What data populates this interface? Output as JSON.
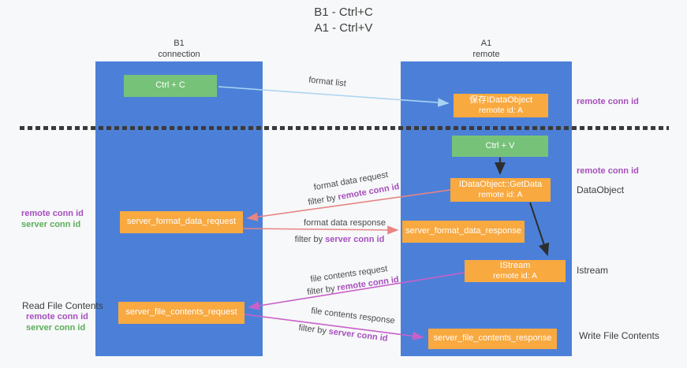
{
  "title": {
    "line1": "B1 - Ctrl+C",
    "line2": "A1 - Ctrl+V"
  },
  "columns": {
    "left": {
      "header_line1": "B1",
      "header_line2": "connection"
    },
    "right": {
      "header_line1": "A1",
      "header_line2": "remote"
    }
  },
  "boxes": {
    "ctrl_c": {
      "label": "Ctrl + C"
    },
    "save_idataobject": {
      "line1": "保存IDataObject",
      "line2": "remote id: A"
    },
    "ctrl_v": {
      "label": "Ctrl + V"
    },
    "getdata": {
      "line1": "IDataObject::GetData",
      "line2": "remote id: A"
    },
    "format_request": {
      "label": "server_format_data_request"
    },
    "format_response": {
      "label": "server_format_data_response"
    },
    "istream": {
      "line1": "IStream",
      "line2": "remote id: A"
    },
    "file_request": {
      "label": "server_file_contents_request"
    },
    "file_response": {
      "label": "server_file_contents_response"
    }
  },
  "flows": {
    "format_list": "format list",
    "format_data_request": "format data request",
    "format_data_request_filter_prefix": "filter by",
    "format_data_request_filter_value": "remote conn id",
    "format_data_response": "format data response",
    "format_data_response_filter_prefix": "filter by",
    "format_data_response_filter_value": "server conn id",
    "file_contents_request": "file contents request",
    "file_contents_request_filter_prefix": "filter by",
    "file_contents_request_filter_value": "remote conn id",
    "file_contents_response": "file contents response",
    "file_contents_response_filter_prefix": "filter by",
    "file_contents_response_filter_value": "server conn id"
  },
  "side_labels": {
    "right_remote_conn_id_1": "remote conn id",
    "right_remote_conn_id_2": "remote conn id",
    "dataobject": "DataObject",
    "istream": "Istream",
    "write_file_contents": "Write File Contents",
    "left_remote_conn_id_1": "remote conn id",
    "left_server_conn_id_1": "server conn id",
    "read_file_contents": "Read File Contents",
    "left_remote_conn_id_2": "remote conn id",
    "left_server_conn_id_2": "server conn id"
  },
  "colors": {
    "lane_blue": "#4c80d8",
    "box_green": "#77c279",
    "box_orange": "#f8a940",
    "arrow_light_blue": "#a9d4f1",
    "arrow_black": "#2e2e2e",
    "arrow_salmon": "#e88484",
    "arrow_magenta": "#c960c9",
    "label_purple": "#a64fbe",
    "label_green": "#5aae5a"
  }
}
